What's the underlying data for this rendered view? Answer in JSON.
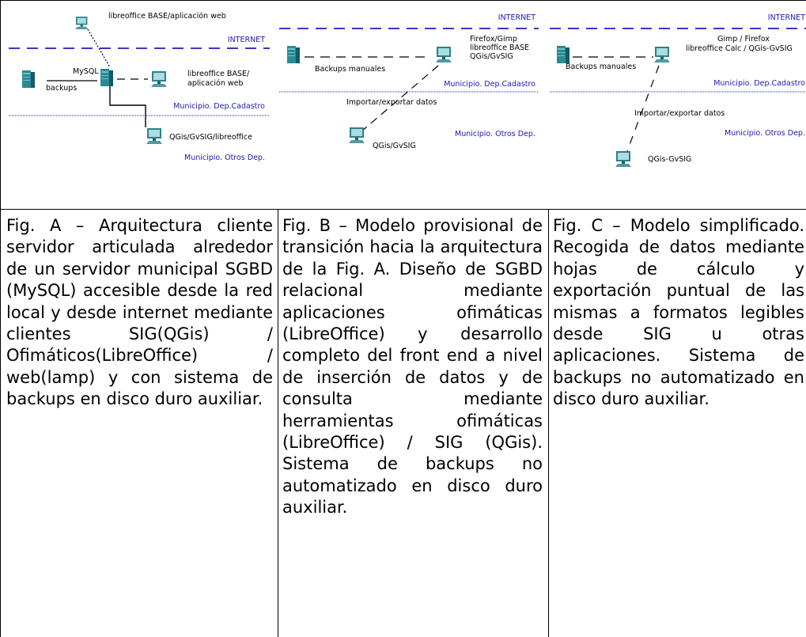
{
  "figure_a": {
    "labels": {
      "top_web": "libreoffice BASE/aplicación web",
      "internet": "INTERNET",
      "mysql": "MySQL",
      "backups": "backups",
      "base_web_line1": "libreoffice BASE/",
      "base_web_line2": "aplicación web",
      "dep_cadastro": "Municipio. Dep.Cadastro",
      "qgis_libre": "QGis/GvSIG/libreoffice",
      "otros_dep": "Municipio. Otros Dep."
    },
    "caption": "Fig. A – Arquitectura cliente servidor articulada alrededor de un servidor municipal SGBD (MySQL) accesible desde la red local y desde internet mediante clientes SIG(QGis) / Ofimáticos(LibreOffice) / web(lamp) y con sistema de backups en disco duro auxiliar."
  },
  "figure_b": {
    "labels": {
      "internet": "INTERNET",
      "firefox_line1": "Firefox/Gimp",
      "firefox_line2": "libreoffice BASE",
      "firefox_line3": "QGis/GvSIG",
      "backups_manuales": "Backups manuales",
      "dep_cadastro": "Municipio. Dep.Cadastro",
      "importar": "Importar/exportar datos",
      "otros_dep": "Municipio. Otros Dep.",
      "qgis": "QGis/GvSIG"
    },
    "caption": "Fig. B – Modelo provisional de transición hacia la arquitectura de la Fig. A. Diseño de SGBD relacional mediante aplicaciones ofimáticas (LibreOffice) y desarrollo completo del front end a nivel de inserción de datos y de consulta mediante herramientas ofimáticas (LibreOffice) / SIG (QGis). Sistema de backups no automatizado en disco duro auxiliar."
  },
  "figure_c": {
    "labels": {
      "internet": "INTERNET",
      "gimp_line1": "Gimp / Firefox",
      "gimp_line2": "libreoffice Calc / QGis-GvSIG",
      "backups_manuales": "Backups manuales",
      "dep_cadastro": "Municipio. Dep.Cadastro",
      "importar": "Importar/exportar datos",
      "otros_dep": "Municipio. Otros Dep.",
      "qgis": "QGis-GvSIG"
    },
    "caption": "Fig. C – Modelo simplificado. Recogida de datos mediante hojas de cálculo y exportación puntual de las mismas a formatos legibles desde SIG u otras aplicaciones. Sistema de backups no automatizado en disco duro auxiliar."
  },
  "icons": [
    "server-icon",
    "monitor-icon"
  ],
  "colors": {
    "network_blue": "#1a1ab3",
    "dashed_internet": "#1c1cb8",
    "text": "#000000"
  }
}
